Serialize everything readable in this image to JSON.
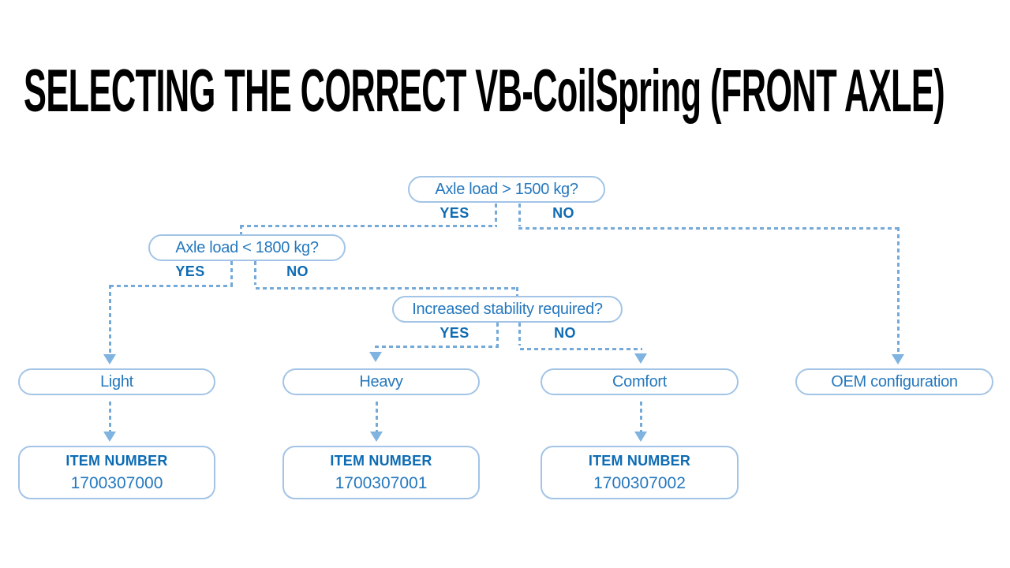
{
  "title": "SELECTING THE CORRECT VB-CoilSpring (FRONT AXLE)",
  "decisions": [
    {
      "question": "Axle load > 1500 kg?",
      "yes": "YES",
      "no": "NO"
    },
    {
      "question": "Axle load < 1800 kg?",
      "yes": "YES",
      "no": "NO"
    },
    {
      "question": "Increased stability required?",
      "yes": "YES",
      "no": "NO"
    }
  ],
  "outcomes": [
    {
      "label": "Light",
      "item_label": "ITEM NUMBER",
      "item_number": "1700307000"
    },
    {
      "label": "Heavy",
      "item_label": "ITEM NUMBER",
      "item_number": "1700307001"
    },
    {
      "label": "Comfort",
      "item_label": "ITEM NUMBER",
      "item_number": "1700307002"
    },
    {
      "label": "OEM configuration"
    }
  ],
  "colors": {
    "background": "#ffffff",
    "title": "#000000",
    "node-text": "#2578be",
    "bold-text": "#0d6bb3",
    "node-border": "#a3c4e6",
    "dash-line": "#74a9d8",
    "arrow": "#7fb3e0"
  }
}
